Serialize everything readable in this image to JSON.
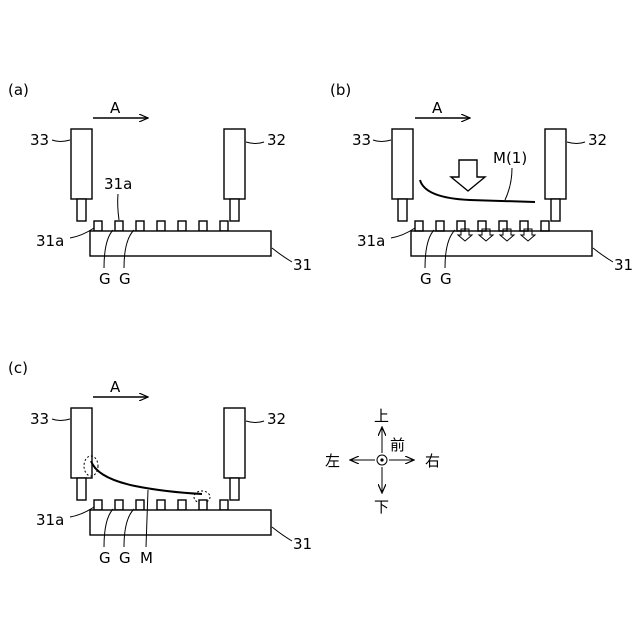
{
  "panels": [
    {
      "id": "a",
      "label": "(a)",
      "arrow_label": "A",
      "left_element": "33",
      "right_element": "32",
      "base": "31",
      "protrusion_labels": [
        "31a",
        "31a"
      ],
      "gap_labels": [
        "G",
        "G"
      ]
    },
    {
      "id": "b",
      "label": "(b)",
      "arrow_label": "A",
      "left_element": "33",
      "right_element": "32",
      "base": "31",
      "protrusion_labels": [
        "31a"
      ],
      "gap_labels": [
        "G",
        "G"
      ],
      "medium_label": "M(1)"
    },
    {
      "id": "c",
      "label": "(c)",
      "arrow_label": "A",
      "left_element": "33",
      "right_element": "32",
      "base": "31",
      "protrusion_labels": [
        "31a"
      ],
      "gap_labels": [
        "G",
        "G"
      ],
      "medium_label": "M"
    }
  ],
  "orientation": {
    "up": "上",
    "down": "下",
    "left": "左",
    "right": "右",
    "front": "前"
  }
}
